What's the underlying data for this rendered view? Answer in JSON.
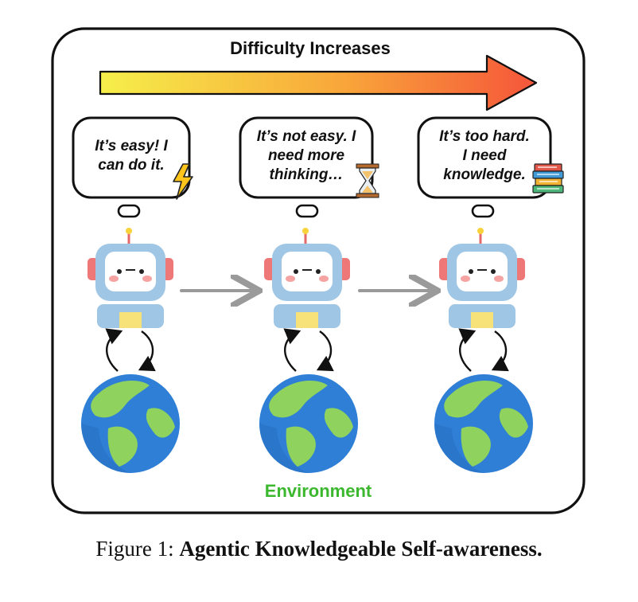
{
  "figure": {
    "header": "Difficulty Increases",
    "bubbles": [
      {
        "line1": "It’s easy! I",
        "line2": "can do it.",
        "line3": "",
        "icon": "lightning-icon"
      },
      {
        "line1": "It’s not easy. I",
        "line2": "need more",
        "line3": "thinking…",
        "icon": "hourglass-icon"
      },
      {
        "line1": "It’s too hard.",
        "line2": "I need",
        "line3": "knowledge.",
        "icon": "books-icon"
      }
    ],
    "environment_label": "Environment",
    "colors": {
      "arrow_start": "#f6ef4a",
      "arrow_end": "#f5553a",
      "environment": "#3cb82f",
      "robot_body": "#9fc6e4",
      "ocean": "#2f7fd6",
      "land": "#8fd35e"
    }
  },
  "caption": {
    "prefix": "Figure 1: ",
    "title": "Agentic Knowledgeable Self-awareness."
  }
}
